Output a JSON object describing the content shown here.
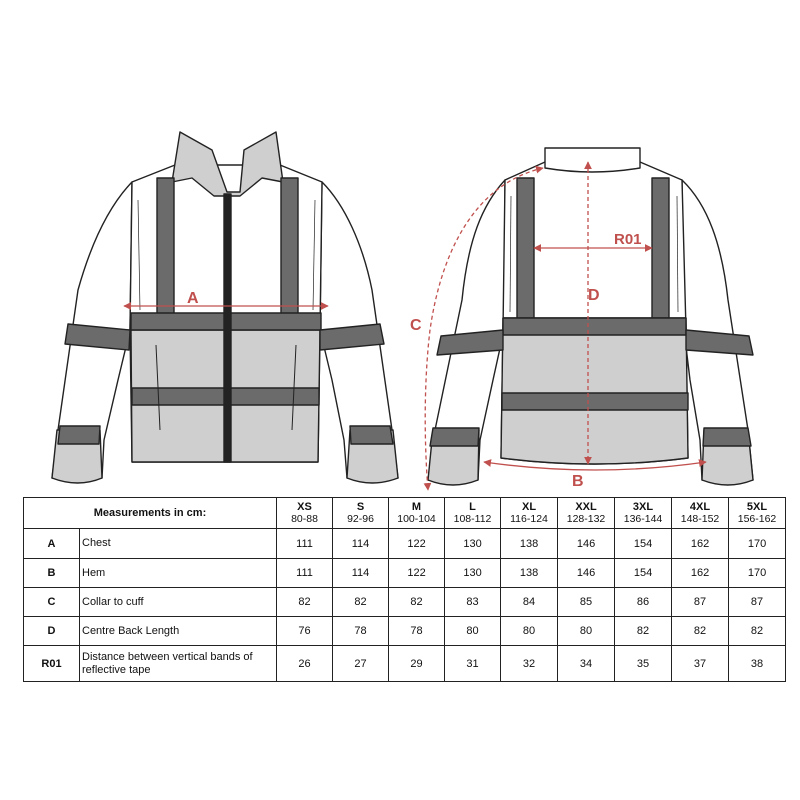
{
  "diagram": {
    "labels": {
      "a": "A",
      "b": "B",
      "c": "C",
      "d": "D",
      "r01": "R01"
    },
    "colors": {
      "outline": "#222222",
      "tape": "#6b6b6b",
      "body_fill": "#ffffff",
      "lower_fill": "#cfcfcf",
      "measure": "#c0504d"
    }
  },
  "table": {
    "header_title": "Measurements in cm:",
    "sizes": [
      {
        "size": "XS",
        "range": "80-88"
      },
      {
        "size": "S",
        "range": "92-96"
      },
      {
        "size": "M",
        "range": "100-104"
      },
      {
        "size": "L",
        "range": "108-112"
      },
      {
        "size": "XL",
        "range": "116-124"
      },
      {
        "size": "XXL",
        "range": "128-132"
      },
      {
        "size": "3XL",
        "range": "136-144"
      },
      {
        "size": "4XL",
        "range": "148-152"
      },
      {
        "size": "5XL",
        "range": "156-162"
      }
    ],
    "rows": [
      {
        "code": "A",
        "desc": "Chest",
        "values": [
          "111",
          "114",
          "122",
          "130",
          "138",
          "146",
          "154",
          "162",
          "170"
        ]
      },
      {
        "code": "B",
        "desc": "Hem",
        "values": [
          "111",
          "114",
          "122",
          "130",
          "138",
          "146",
          "154",
          "162",
          "170"
        ]
      },
      {
        "code": "C",
        "desc": "Collar to cuff",
        "values": [
          "82",
          "82",
          "82",
          "83",
          "84",
          "85",
          "86",
          "87",
          "87"
        ]
      },
      {
        "code": "D",
        "desc": "Centre Back Length",
        "values": [
          "76",
          "78",
          "78",
          "80",
          "80",
          "80",
          "82",
          "82",
          "82"
        ]
      },
      {
        "code": "R01",
        "desc": "Distance between vertical bands of reflective tape",
        "values": [
          "26",
          "27",
          "29",
          "31",
          "32",
          "34",
          "35",
          "37",
          "38"
        ]
      }
    ]
  }
}
